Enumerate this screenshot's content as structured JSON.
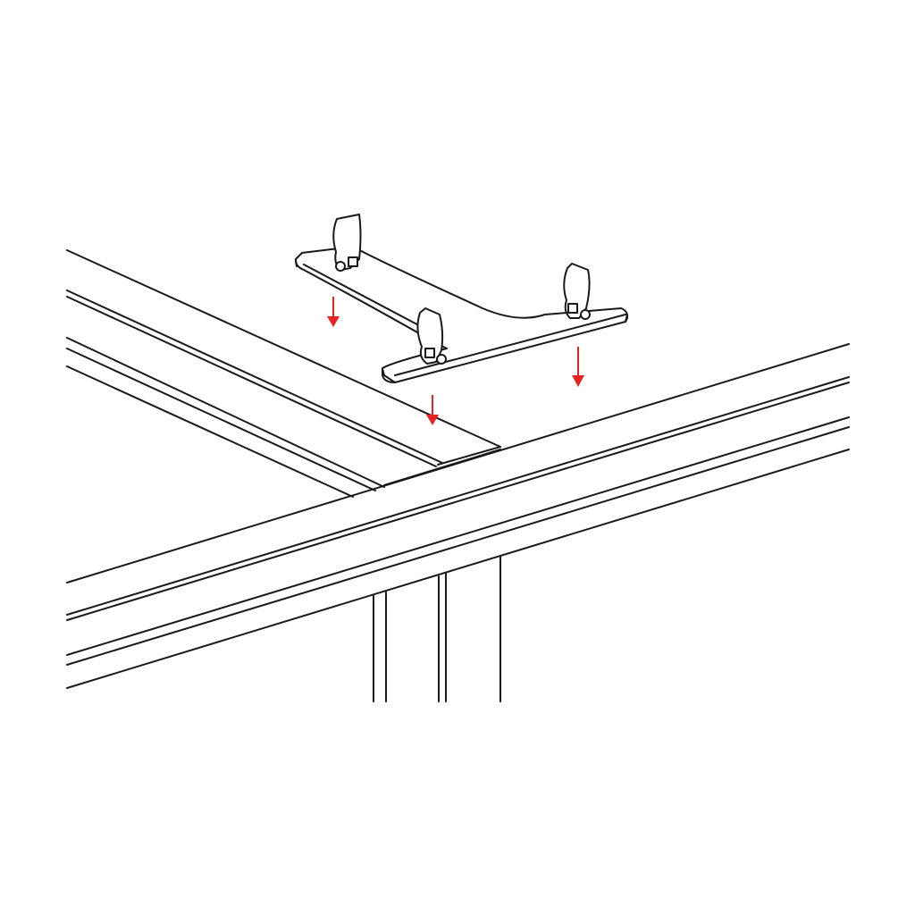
{
  "diagram": {
    "subject": "bracket-with-clips-mounting-onto-beam-junction",
    "colors": {
      "line": "#1a1a1a",
      "arrow": "#e52421",
      "background": "#ffffff"
    },
    "arrows": 3,
    "clips": 3
  }
}
